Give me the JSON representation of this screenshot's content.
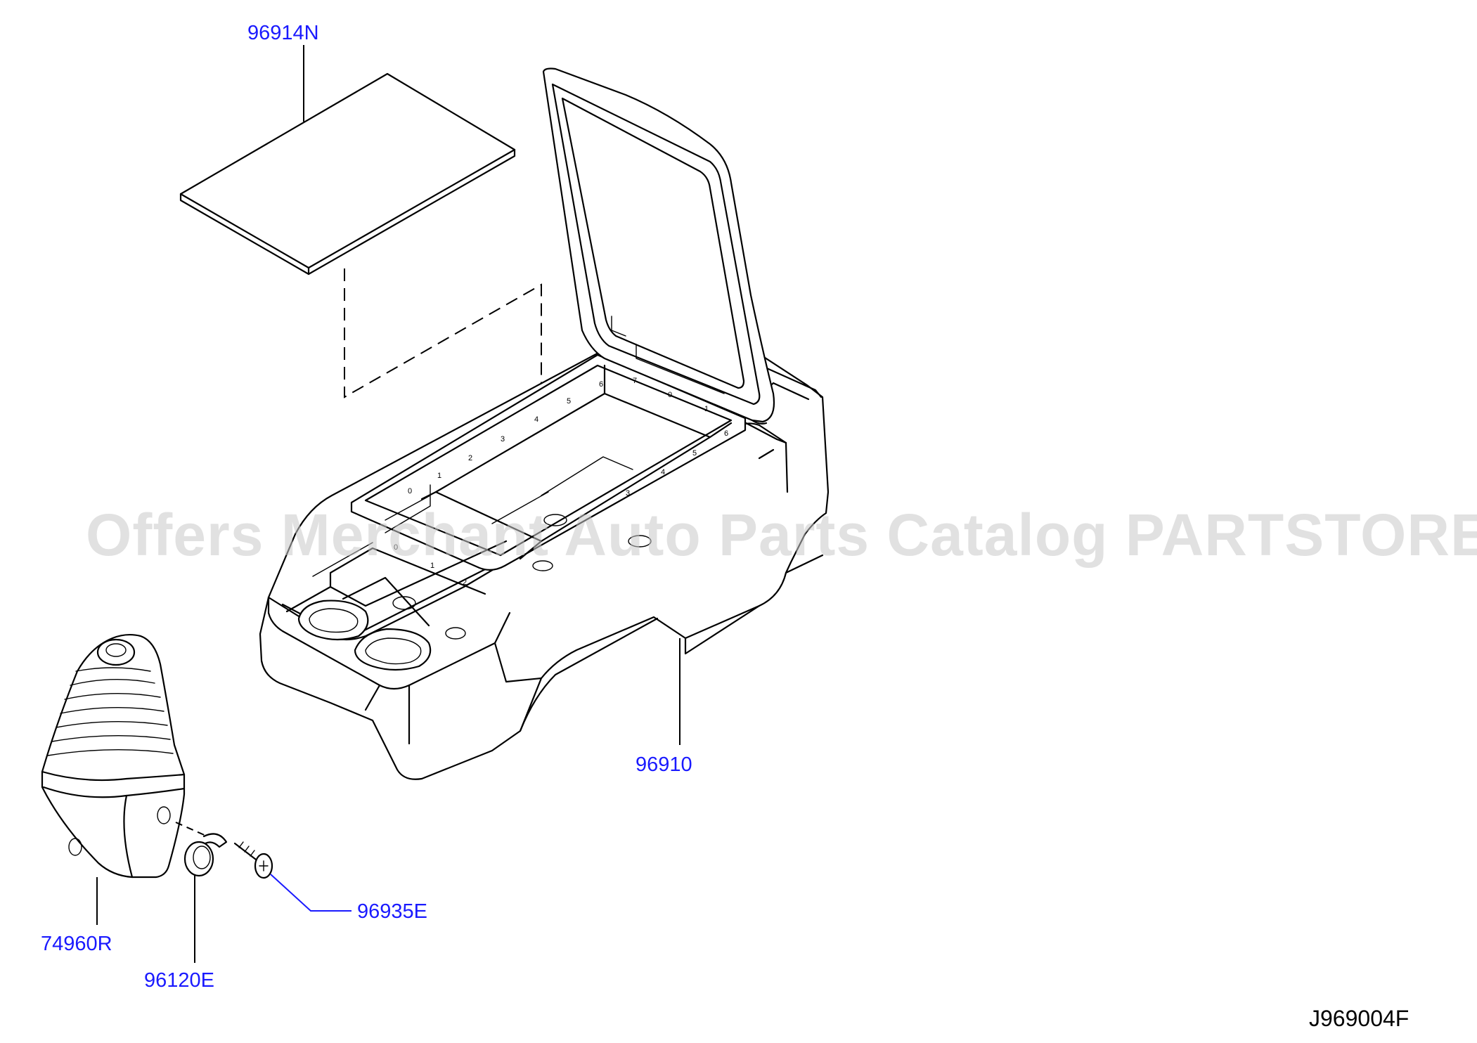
{
  "diagram": {
    "reference_code": "J969004F",
    "watermark": "Offers Merchant Auto Parts Catalog PARTSTORE.SA",
    "colors": {
      "callout": "#1a1aff",
      "line": "#000000",
      "watermark": "#c8c8c8"
    },
    "parts": [
      {
        "id": "96914N",
        "label": "96914N"
      },
      {
        "id": "96910",
        "label": "96910"
      },
      {
        "id": "74960R",
        "label": "74960R"
      },
      {
        "id": "96120E",
        "label": "96120E"
      },
      {
        "id": "96935E",
        "label": "96935E"
      }
    ]
  }
}
